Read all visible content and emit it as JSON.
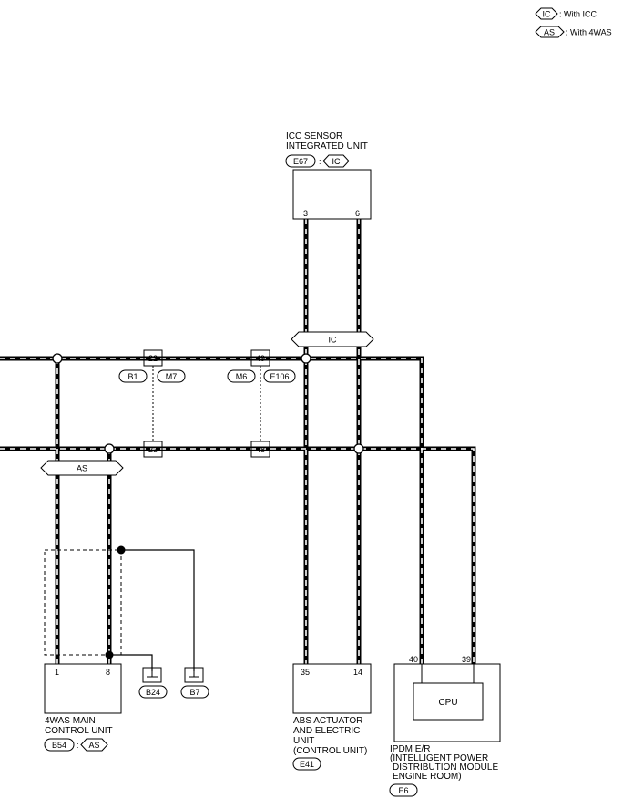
{
  "legend": {
    "ic_tag": "IC",
    "ic_text": ": With ICC",
    "as_tag": "AS",
    "as_text": ": With 4WAS"
  },
  "icc_unit": {
    "title_line1": "ICC SENSOR",
    "title_line2": "INTEGRATED UNIT",
    "connector": "E67",
    "sep": ":",
    "tag": "IC",
    "pin_a": "3",
    "pin_b": "6"
  },
  "ic_band": "IC",
  "as_band": "AS",
  "joints": {
    "j22": "22",
    "j49": "49",
    "j23": "23",
    "j48": "48",
    "b1": "B1",
    "m7": "M7",
    "m6": "M6",
    "e106": "E106"
  },
  "was_unit": {
    "pin_a": "1",
    "pin_b": "8",
    "title_line1": "4WAS MAIN",
    "title_line2": "CONTROL UNIT",
    "connector": "B54",
    "sep": ":",
    "tag": "AS"
  },
  "grounds": {
    "g1": "B24",
    "g2": "B7"
  },
  "abs_unit": {
    "pin_a": "35",
    "pin_b": "14",
    "title_line1": "ABS ACTUATOR",
    "title_line2": "AND ELECTRIC",
    "title_line3": "UNIT",
    "title_line4": "(CONTROL UNIT)",
    "connector": "E41"
  },
  "ipdm_unit": {
    "pin_a": "40",
    "pin_b": "39",
    "cpu": "CPU",
    "title_line1": "IPDM E/R",
    "title_line2": "(INTELLIGENT POWER",
    "title_line3": "DISTRIBUTION MODULE",
    "title_line4": "ENGINE ROOM)",
    "connector": "E6"
  }
}
